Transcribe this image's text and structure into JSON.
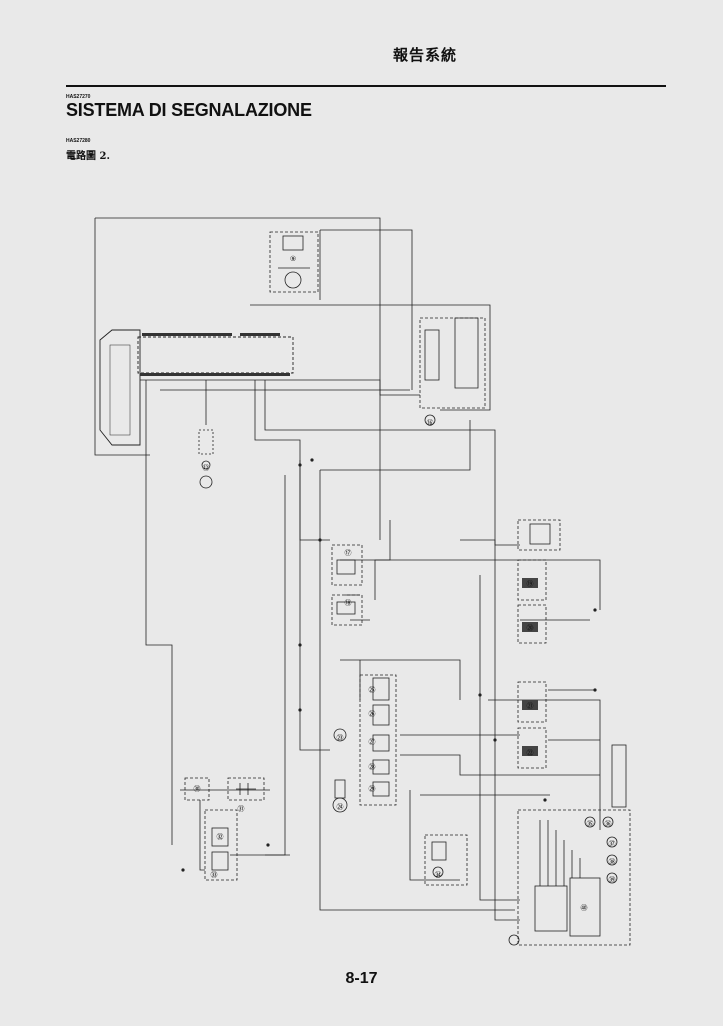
{
  "header": {
    "title": "報告系統"
  },
  "section": {
    "code": "HAS27270",
    "title": "SISTEMA DI SEGNALAZIONE",
    "sub_code": "HAS27280",
    "subtitle": "電路圖 2."
  },
  "diagram": {
    "callouts": [
      "⑨",
      "⑫",
      "⑯",
      "⑰",
      "⑱",
      "⑲",
      "⑳",
      "㉑",
      "㉒",
      "㉓",
      "㉔",
      "㉕",
      "㉖",
      "㉗",
      "㉘",
      "㉙",
      "㉚",
      "㉛",
      "㉜",
      "㉝",
      "㉞",
      "㉟",
      "㊱",
      "㊲",
      "㊳",
      "㊴",
      "㊵"
    ]
  },
  "footer": {
    "page": "8-17"
  }
}
